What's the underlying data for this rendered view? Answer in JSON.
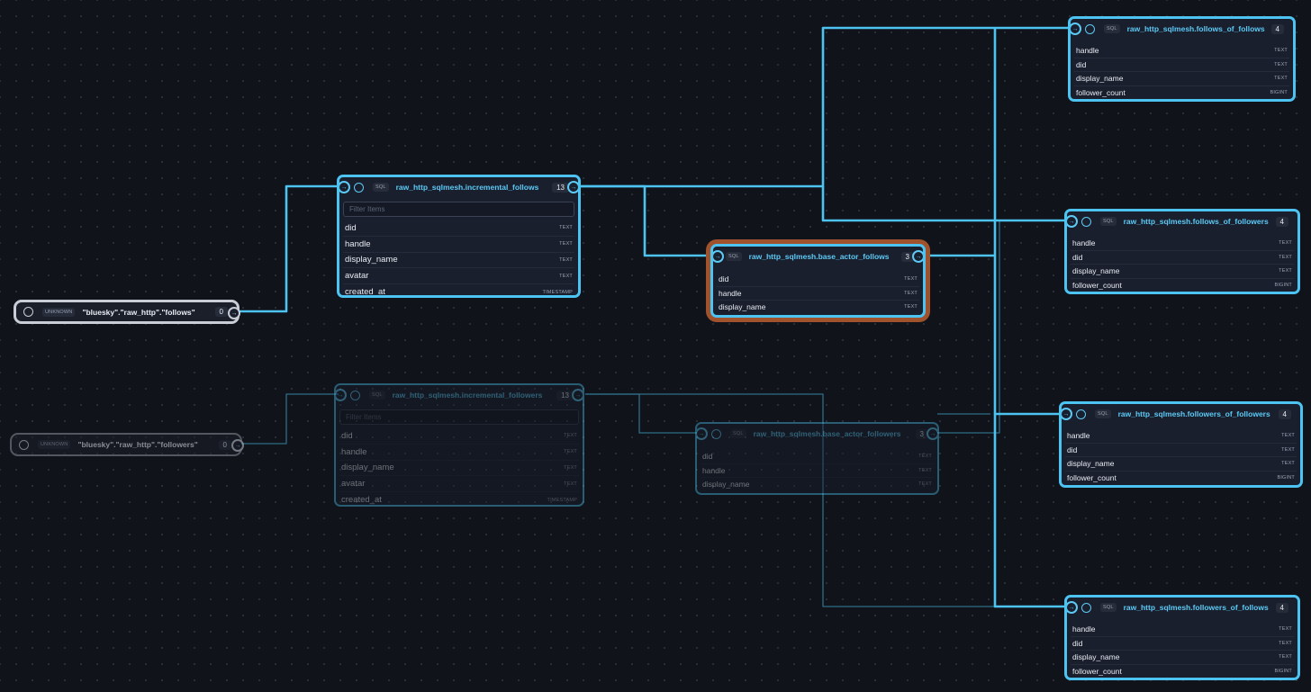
{
  "nodes": {
    "ext_follows": {
      "tag": "UNKNOWN",
      "title": "\"bluesky\".\"raw_http\".\"follows\"",
      "count": "0"
    },
    "ext_followers": {
      "tag": "UNKNOWN",
      "title": "\"bluesky\".\"raw_http\".\"followers\"",
      "count": "0"
    },
    "incremental_follows": {
      "tag": "SQL",
      "title": "raw_http_sqlmesh.incremental_follows",
      "count": "13",
      "filter_placeholder": "Filter Items",
      "columns": [
        {
          "name": "did",
          "type": "TEXT"
        },
        {
          "name": "handle",
          "type": "TEXT"
        },
        {
          "name": "display_name",
          "type": "TEXT"
        },
        {
          "name": "avatar",
          "type": "TEXT"
        },
        {
          "name": "created_at",
          "type": "TIMESTAMP"
        }
      ]
    },
    "incremental_followers": {
      "tag": "SQL",
      "title": "raw_http_sqlmesh.incremental_followers",
      "count": "13",
      "filter_placeholder": "Filter Items",
      "columns": [
        {
          "name": "did",
          "type": "TEXT"
        },
        {
          "name": "handle",
          "type": "TEXT"
        },
        {
          "name": "display_name",
          "type": "TEXT"
        },
        {
          "name": "avatar",
          "type": "TEXT"
        },
        {
          "name": "created_at",
          "type": "TIMESTAMP"
        }
      ]
    },
    "base_actor_follows": {
      "tag": "SQL",
      "title": "raw_http_sqlmesh.base_actor_follows",
      "count": "3",
      "columns": [
        {
          "name": "did",
          "type": "TEXT"
        },
        {
          "name": "handle",
          "type": "TEXT"
        },
        {
          "name": "display_name",
          "type": "TEXT"
        }
      ]
    },
    "base_actor_followers": {
      "tag": "SQL",
      "title": "raw_http_sqlmesh.base_actor_followers",
      "count": "3",
      "columns": [
        {
          "name": "did",
          "type": "TEXT"
        },
        {
          "name": "handle",
          "type": "TEXT"
        },
        {
          "name": "display_name",
          "type": "TEXT"
        }
      ]
    },
    "follows_of_follows": {
      "tag": "SQL",
      "title": "raw_http_sqlmesh.follows_of_follows",
      "count": "4",
      "columns": [
        {
          "name": "handle",
          "type": "TEXT"
        },
        {
          "name": "did",
          "type": "TEXT"
        },
        {
          "name": "display_name",
          "type": "TEXT"
        },
        {
          "name": "follower_count",
          "type": "BIGINT"
        }
      ]
    },
    "follows_of_followers": {
      "tag": "SQL",
      "title": "raw_http_sqlmesh.follows_of_followers",
      "count": "4",
      "columns": [
        {
          "name": "handle",
          "type": "TEXT"
        },
        {
          "name": "did",
          "type": "TEXT"
        },
        {
          "name": "display_name",
          "type": "TEXT"
        },
        {
          "name": "follower_count",
          "type": "BIGINT"
        }
      ]
    },
    "followers_of_followers": {
      "tag": "SQL",
      "title": "raw_http_sqlmesh.followers_of_followers",
      "count": "4",
      "columns": [
        {
          "name": "handle",
          "type": "TEXT"
        },
        {
          "name": "did",
          "type": "TEXT"
        },
        {
          "name": "display_name",
          "type": "TEXT"
        },
        {
          "name": "follower_count",
          "type": "BIGINT"
        }
      ]
    },
    "followers_of_follows": {
      "tag": "SQL",
      "title": "raw_http_sqlmesh.followers_of_follows",
      "count": "4",
      "columns": [
        {
          "name": "handle",
          "type": "TEXT"
        },
        {
          "name": "did",
          "type": "TEXT"
        },
        {
          "name": "display_name",
          "type": "TEXT"
        },
        {
          "name": "follower_count",
          "type": "BIGINT"
        }
      ]
    }
  },
  "colors": {
    "edge": "#4cc3f0",
    "edge_dim": "#2e6e88",
    "focus_ring": "#a0522d",
    "canvas": "#10131a"
  }
}
